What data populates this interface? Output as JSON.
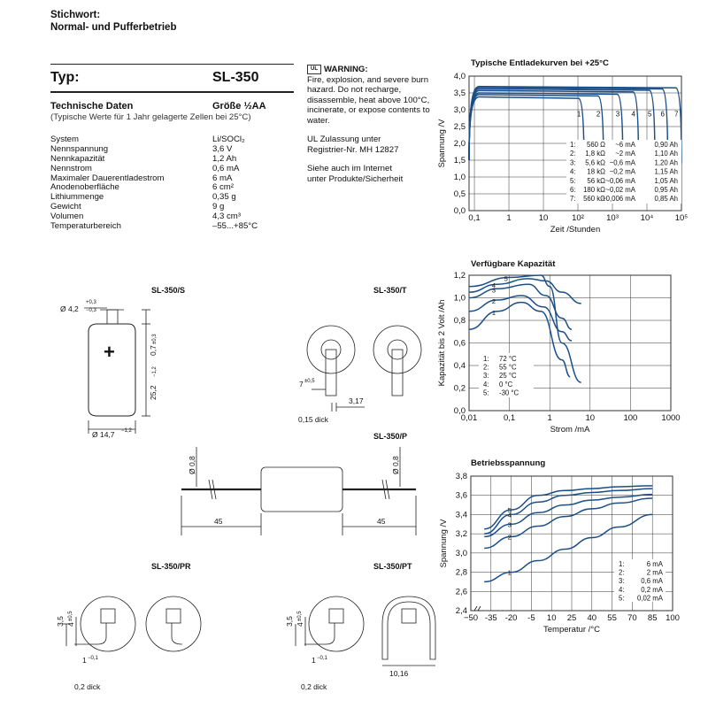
{
  "header": {
    "stichwort": "Stichwort:",
    "topic": "Normal- und Pufferbetrieb"
  },
  "type_label": "Typ:",
  "type_value": "SL-350",
  "tech": {
    "heading": "Technische Daten",
    "size": "Größe ½AA",
    "note": "(Typische Werte für 1 Jahr gelagerte Zellen bei 25°C)"
  },
  "specs": [
    {
      "k": "System",
      "v": "Li/SOCl₂"
    },
    {
      "k": "Nennspannung",
      "v": "3,6 V"
    },
    {
      "k": "Nennkapazität",
      "v": "1,2 Ah"
    },
    {
      "k": "Nennstrom",
      "v": "0,6 mA"
    },
    {
      "k": "Maximaler Dauerentladestrom",
      "v": "6 mA"
    },
    {
      "k": "Anodenoberfläche",
      "v": "6 cm²"
    },
    {
      "k": "Lithiummenge",
      "v": "0,35 g"
    },
    {
      "k": "Gewicht",
      "v": "9 g"
    },
    {
      "k": "Volumen",
      "v": "4,3 cm³"
    },
    {
      "k": "Temperaturbereich",
      "v": "–55...+85°C"
    }
  ],
  "warning": {
    "ul_logo": "UL",
    "title": "WARNING:",
    "text": "Fire, explosion, and severe burn hazard. Do not recharge, disassemble, heat above 100°C, incinerate, or expose contents to water.",
    "ul1": "UL Zulassung unter",
    "ul2": "Registrier-Nr. MH 12827",
    "net1": "Siehe auch im Internet",
    "net2": "unter Produkte/Sicherheit"
  },
  "drawings": {
    "s": {
      "title": "SL-350/S",
      "dia": "Ø 4,2",
      "dia_tol_top": "+0,3",
      "dia_tol_bot": "−0,3",
      "height": "25,2",
      "height_tol": "−1,2",
      "cap": "0,7",
      "cap_tol": "±0,3",
      "width": "Ø 14,7",
      "width_tol": "−1,2",
      "plus": "+"
    },
    "t": {
      "title": "SL-350/T",
      "tab": "7",
      "tab_tol": "±0,5",
      "gap": "3,17",
      "thick": "0,15 dick"
    },
    "p": {
      "title": "SL-350/P",
      "wire_l": "Ø 0,8",
      "wire_r": "Ø 0,8",
      "len_l": "45",
      "len_r": "45"
    },
    "pr": {
      "title": "SL-350/PR",
      "h1": "3,5",
      "h2": "4",
      "h2_tol": "±0,5",
      "pin": "1",
      "pin_tol": "−0,1",
      "thick": "0,2 dick"
    },
    "pt": {
      "title": "SL-350/PT",
      "h1": "3,5",
      "h2": "4",
      "h2_tol": "±0,5",
      "pin": "1",
      "pin_tol": "−0,1",
      "pitch": "10,16",
      "thick": "0,2 dick"
    }
  },
  "chart_data": [
    {
      "type": "line",
      "title": "Typische Entladekurven bei +25°C",
      "xlabel": "Zeit /Stunden",
      "ylabel": "Spannung /V",
      "x_scale": "log",
      "xlim": [
        0.07,
        100000
      ],
      "ylim": [
        0,
        4.0
      ],
      "xticks": [
        {
          "v": 0.1,
          "t": "0,1"
        },
        {
          "v": 1,
          "t": "1"
        },
        {
          "v": 10,
          "t": "10"
        },
        {
          "v": 100,
          "t": "10²"
        },
        {
          "v": 1000,
          "t": "10³"
        },
        {
          "v": 10000,
          "t": "10⁴"
        },
        {
          "v": 100000,
          "t": "10⁵"
        }
      ],
      "yticks": [
        {
          "v": 0,
          "t": "0,0"
        },
        {
          "v": 0.5,
          "t": "0,5"
        },
        {
          "v": 1.0,
          "t": "1,0"
        },
        {
          "v": 1.5,
          "t": "1,5"
        },
        {
          "v": 2.0,
          "t": "2,0"
        },
        {
          "v": 2.5,
          "t": "2,5"
        },
        {
          "v": 3.0,
          "t": "3,0"
        },
        {
          "v": 3.5,
          "t": "3,5"
        },
        {
          "v": 4.0,
          "t": "4,0"
        }
      ],
      "series": [
        {
          "name": "1",
          "plateau": 3.38,
          "end": 150
        },
        {
          "name": "2",
          "plateau": 3.45,
          "end": 550
        },
        {
          "name": "3",
          "plateau": 3.5,
          "end": 2000
        },
        {
          "name": "4",
          "plateau": 3.57,
          "end": 5700
        },
        {
          "name": "5",
          "plateau": 3.62,
          "end": 17000
        },
        {
          "name": "6",
          "plateau": 3.66,
          "end": 40000
        },
        {
          "name": "7",
          "plateau": 3.69,
          "end": 130000
        }
      ],
      "legend": [
        [
          "1:",
          "560 Ω",
          "~6 mA",
          "0,90 Ah"
        ],
        [
          "2:",
          "1,8 kΩ",
          "~2 mA",
          "1,10 Ah"
        ],
        [
          "3:",
          "5,6 kΩ",
          "~0,6 mA",
          "1,20 Ah"
        ],
        [
          "4:",
          "18 kΩ",
          "~0,2 mA",
          "1,15 Ah"
        ],
        [
          "5:",
          "56 kΩ",
          "~0,06 mA",
          "1,05 Ah"
        ],
        [
          "6:",
          "180 kΩ",
          "~0,02 mA",
          "0,95 Ah"
        ],
        [
          "7:",
          "560 kΩ",
          "~0,006 mA",
          "0,85 Ah"
        ]
      ],
      "legend_placement": "bottom-right"
    },
    {
      "type": "line",
      "title": "Verfügbare Kapazität",
      "xlabel": "Strom /mA",
      "ylabel": "Kapazität bis 2 Volt /Ah",
      "x_scale": "log",
      "xlim": [
        0.01,
        1000
      ],
      "ylim": [
        0,
        1.2
      ],
      "xticks": [
        {
          "v": 0.01,
          "t": "0,01"
        },
        {
          "v": 0.1,
          "t": "0,1"
        },
        {
          "v": 1,
          "t": "1"
        },
        {
          "v": 10,
          "t": "10"
        },
        {
          "v": 100,
          "t": "100"
        },
        {
          "v": 1000,
          "t": "1000"
        }
      ],
      "yticks": [
        {
          "v": 0,
          "t": "0,0"
        },
        {
          "v": 0.2,
          "t": "0,2"
        },
        {
          "v": 0.4,
          "t": "0,4"
        },
        {
          "v": 0.6,
          "t": "0,6"
        },
        {
          "v": 0.8,
          "t": "0,8"
        },
        {
          "v": 1.0,
          "t": "1,0"
        },
        {
          "v": 1.2,
          "t": "1,2"
        }
      ],
      "series": [
        {
          "name": "1",
          "points": [
            [
              0.01,
              0.72
            ],
            [
              0.05,
              0.88
            ],
            [
              0.2,
              0.96
            ],
            [
              0.6,
              0.88
            ],
            [
              2,
              0.45
            ],
            [
              3.2,
              0.3
            ]
          ]
        },
        {
          "name": "2",
          "points": [
            [
              0.01,
              0.88
            ],
            [
              0.05,
              0.98
            ],
            [
              0.2,
              1.02
            ],
            [
              0.7,
              0.92
            ],
            [
              2,
              0.7
            ],
            [
              3.5,
              0.62
            ]
          ]
        },
        {
          "name": "3",
          "points": [
            [
              0.01,
              1.0
            ],
            [
              0.05,
              1.08
            ],
            [
              0.3,
              1.12
            ],
            [
              0.8,
              1.02
            ],
            [
              2,
              0.82
            ],
            [
              3.5,
              0.72
            ]
          ]
        },
        {
          "name": "4",
          "points": [
            [
              0.01,
              1.05
            ],
            [
              0.05,
              1.12
            ],
            [
              0.3,
              1.17
            ],
            [
              0.8,
              1.15
            ],
            [
              2,
              1.05
            ],
            [
              6,
              0.95
            ]
          ]
        },
        {
          "name": "5",
          "points": [
            [
              0.01,
              1.1
            ],
            [
              0.1,
              1.18
            ],
            [
              0.6,
              1.2
            ],
            [
              1,
              1.1
            ],
            [
              2,
              0.6
            ],
            [
              6,
              0.25
            ]
          ]
        }
      ],
      "legend": [
        [
          "1:",
          "72 °C"
        ],
        [
          "2:",
          "55 °C"
        ],
        [
          "3:",
          "25 °C"
        ],
        [
          "4:",
          "0 °C"
        ],
        [
          "5:",
          "-30 °C"
        ]
      ],
      "legend_placement": "bottom-left"
    },
    {
      "type": "line",
      "title": "Betriebsspannung",
      "xlabel": "Temperatur /°C",
      "ylabel": "Spannung /V",
      "xlim": [
        -50,
        100
      ],
      "ylim": [
        2.4,
        3.8
      ],
      "xticks": [
        {
          "v": -50,
          "t": "−50"
        },
        {
          "v": -35,
          "t": "-35"
        },
        {
          "v": -20,
          "t": "-20"
        },
        {
          "v": -5,
          "t": "-5"
        },
        {
          "v": 10,
          "t": "10"
        },
        {
          "v": 25,
          "t": "25"
        },
        {
          "v": 40,
          "t": "40"
        },
        {
          "v": 55,
          "t": "55"
        },
        {
          "v": 70,
          "t": "70"
        },
        {
          "v": 85,
          "t": "85"
        },
        {
          "v": 100,
          "t": "100"
        }
      ],
      "yticks": [
        {
          "v": 2.4,
          "t": "2,4"
        },
        {
          "v": 2.6,
          "t": "2,6"
        },
        {
          "v": 2.8,
          "t": "2,8"
        },
        {
          "v": 3.0,
          "t": "3,0"
        },
        {
          "v": 3.2,
          "t": "3,2"
        },
        {
          "v": 3.4,
          "t": "3,4"
        },
        {
          "v": 3.6,
          "t": "3,6"
        },
        {
          "v": 3.8,
          "t": "3,8"
        }
      ],
      "series": [
        {
          "name": "1",
          "points": [
            [
              -40,
              2.7
            ],
            [
              -20,
              2.8
            ],
            [
              0,
              2.92
            ],
            [
              20,
              3.04
            ],
            [
              40,
              3.16
            ],
            [
              60,
              3.27
            ],
            [
              85,
              3.4
            ]
          ]
        },
        {
          "name": "2",
          "points": [
            [
              -40,
              3.05
            ],
            [
              -20,
              3.17
            ],
            [
              0,
              3.28
            ],
            [
              20,
              3.38
            ],
            [
              40,
              3.46
            ],
            [
              60,
              3.52
            ],
            [
              85,
              3.57
            ]
          ]
        },
        {
          "name": "3",
          "points": [
            [
              -40,
              3.17
            ],
            [
              -20,
              3.3
            ],
            [
              0,
              3.42
            ],
            [
              20,
              3.5
            ],
            [
              40,
              3.55
            ],
            [
              60,
              3.58
            ],
            [
              85,
              3.61
            ]
          ]
        },
        {
          "name": "4",
          "points": [
            [
              -40,
              3.2
            ],
            [
              -20,
              3.4
            ],
            [
              0,
              3.53
            ],
            [
              20,
              3.6
            ],
            [
              40,
              3.63
            ],
            [
              60,
              3.65
            ],
            [
              85,
              3.67
            ]
          ]
        },
        {
          "name": "5",
          "points": [
            [
              -40,
              3.25
            ],
            [
              -20,
              3.45
            ],
            [
              0,
              3.6
            ],
            [
              20,
              3.65
            ],
            [
              40,
              3.67
            ],
            [
              60,
              3.69
            ],
            [
              85,
              3.7
            ]
          ]
        }
      ],
      "legend": [
        [
          "1:",
          "6 mA"
        ],
        [
          "2:",
          "2 mA"
        ],
        [
          "3:",
          "0,6 mA"
        ],
        [
          "4:",
          "0,2 mA"
        ],
        [
          "5:",
          "0,02 mA"
        ]
      ],
      "legend_placement": "bottom-right"
    }
  ],
  "colors": {
    "curve": "#1a4f8a",
    "grid": "#333333"
  }
}
